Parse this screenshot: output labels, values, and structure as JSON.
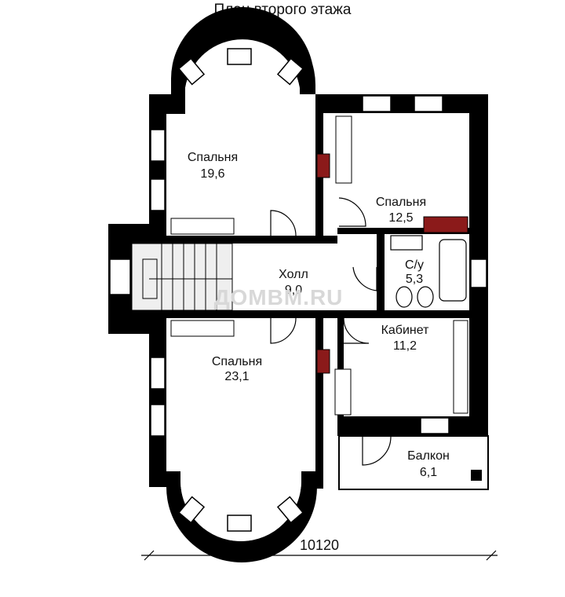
{
  "title": "План второго этажа",
  "watermark": "ДОМВМ.RU",
  "dimension": "10120",
  "rooms": [
    {
      "name": "Спальня",
      "area": "19,6"
    },
    {
      "name": "Спальня",
      "area": "12,5"
    },
    {
      "name": "С/у",
      "area": "5,3"
    },
    {
      "name": "Холл",
      "area": "9,0"
    },
    {
      "name": "Кабинет",
      "area": "11,2"
    },
    {
      "name": "Спальня",
      "area": "23,1"
    },
    {
      "name": "Балкон",
      "area": "6,1"
    }
  ],
  "colors": {
    "wall": "#000000",
    "chimney": "#8b1a1a",
    "floor": "#ffffff",
    "stair_bg": "#efefef"
  }
}
